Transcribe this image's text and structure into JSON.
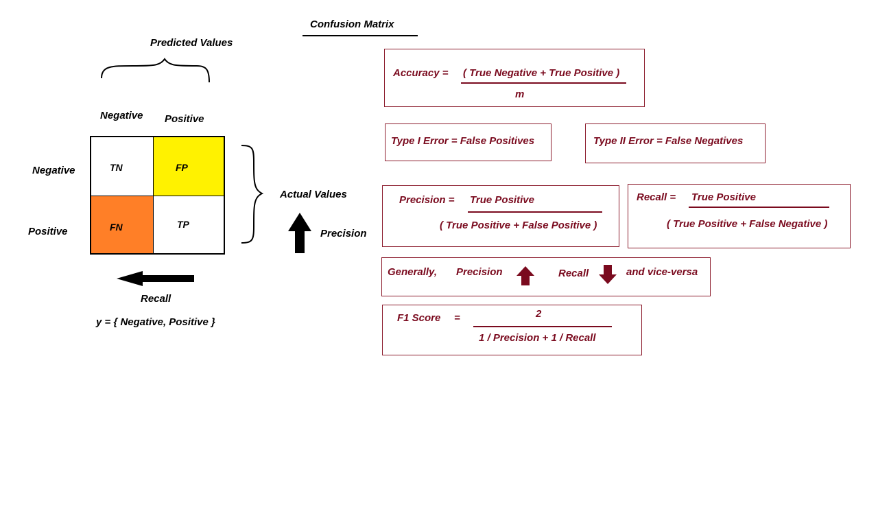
{
  "title": "Confusion Matrix",
  "matrix": {
    "predicted_label": "Predicted Values",
    "col_headers": [
      "Negative",
      "Positive"
    ],
    "row_headers": [
      "Negative",
      "Positive"
    ],
    "cells": [
      [
        "TN",
        "FP"
      ],
      [
        "FN",
        "TP"
      ]
    ],
    "cell_colors": [
      "#ffffff",
      "#fff200",
      "#ff7f27",
      "#ffffff"
    ],
    "actual_label": "Actual Values",
    "precision_label": "Precision",
    "recall_label": "Recall",
    "y_definition": "y = { Negative, Positive }"
  },
  "formulas": {
    "accuracy": {
      "label": "Accuracy  =",
      "numerator": "( True Negative + True Positive )",
      "denominator": "m"
    },
    "type1": "Type I Error  =  False Positives",
    "type2": "Type II Error  =  False Negatives",
    "precision": {
      "label": "Precision  =",
      "numerator": "True Positive",
      "denominator": "( True Positive + False Positive )"
    },
    "recall": {
      "label": "Recall  =",
      "numerator": "True Positive",
      "denominator": "( True Positive + False Negative )"
    },
    "tradeoff": {
      "lead": "Generally,",
      "precision": "Precision",
      "recall": "Recall",
      "tail": "and vice-versa"
    },
    "f1": {
      "label": "F1 Score",
      "equals": "=",
      "numerator": "2",
      "denominator": "1 / Precision  +  1 / Recall"
    }
  },
  "colors": {
    "accent": "#7a0a1e",
    "box_border": "#8b1a2b"
  }
}
